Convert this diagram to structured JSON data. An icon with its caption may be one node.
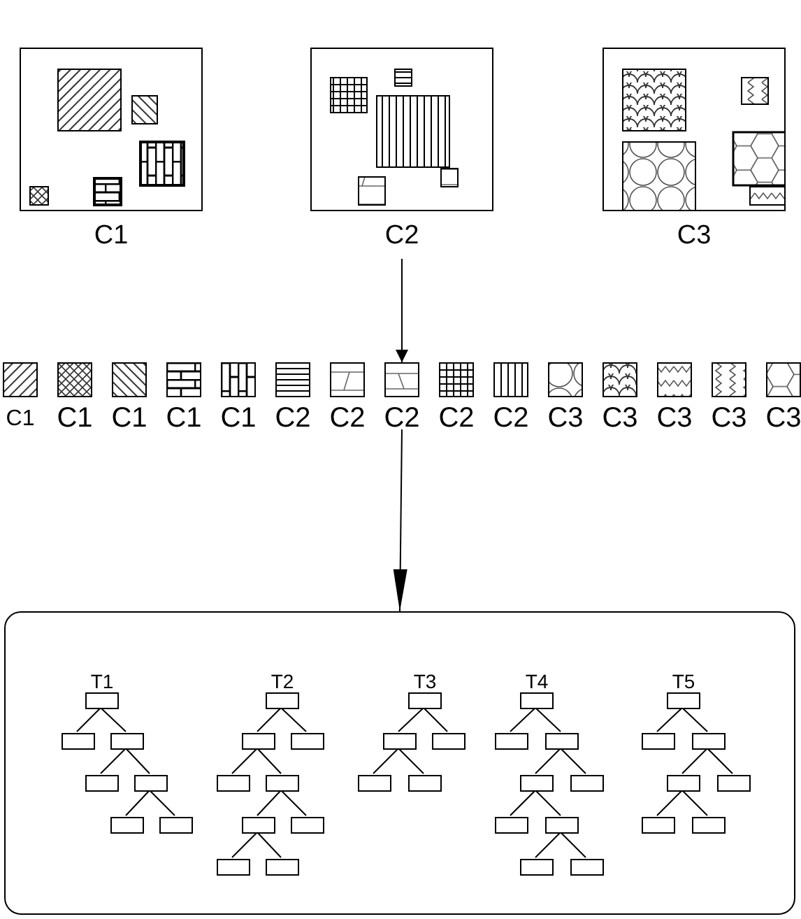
{
  "diagram": {
    "nodes": [
      {
        "text": [
          "C1"
        ]
      },
      {
        "text": [
          "C2"
        ]
      },
      {
        "text": [
          "C3"
        ]
      },
      {
        "text": [
          "C1"
        ]
      },
      {
        "text": [
          "C1"
        ]
      },
      {
        "text": [
          "C1"
        ]
      },
      {
        "text": [
          "C1"
        ]
      },
      {
        "text": [
          "C1"
        ]
      },
      {
        "text": [
          "C2"
        ]
      },
      {
        "text": [
          "C2"
        ]
      },
      {
        "text": [
          "C2"
        ]
      },
      {
        "text": [
          "C2"
        ]
      },
      {
        "text": [
          "C2"
        ]
      },
      {
        "text": [
          "C3"
        ]
      },
      {
        "text": [
          "C3"
        ]
      },
      {
        "text": [
          "C3"
        ]
      },
      {
        "text": [
          "C3"
        ]
      },
      {
        "text": [
          "C3"
        ]
      },
      {
        "text": [],
        "shape": "box"
      },
      {
        "text": [
          "T1"
        ],
        "in": 18
      },
      {
        "text": [],
        "shape": "box",
        "in": 18
      },
      {
        "text": [],
        "shape": "box",
        "in": 18
      },
      {
        "text": [],
        "shape": "box",
        "in": 18
      },
      {
        "text": [],
        "shape": "box",
        "in": 18
      },
      {
        "text": [],
        "shape": "box",
        "in": 18
      },
      {
        "text": [],
        "shape": "box",
        "in": 18
      },
      {
        "text": [
          "T2"
        ],
        "in": 18
      },
      {
        "text": [],
        "shape": "box",
        "in": 18
      },
      {
        "text": [],
        "shape": "box",
        "in": 18
      },
      {
        "text": [],
        "shape": "box",
        "in": 18
      },
      {
        "text": [],
        "shape": "box",
        "in": 18
      },
      {
        "text": [],
        "shape": "box",
        "in": 18
      },
      {
        "text": [],
        "shape": "box",
        "in": 18
      },
      {
        "text": [],
        "shape": "box",
        "in": 18
      },
      {
        "text": [],
        "shape": "box",
        "in": 18
      },
      {
        "text": [
          "T3"
        ],
        "in": 18
      },
      {
        "text": [],
        "shape": "box",
        "in": 18
      },
      {
        "text": [],
        "shape": "box",
        "in": 18
      },
      {
        "text": [],
        "shape": "box",
        "in": 18
      },
      {
        "text": [],
        "shape": "box",
        "in": 18
      },
      {
        "text": [
          "T4"
        ],
        "in": 18
      },
      {
        "text": [],
        "shape": "box",
        "in": 18
      },
      {
        "text": [],
        "shape": "box",
        "in": 18
      },
      {
        "text": [],
        "shape": "box",
        "in": 18
      },
      {
        "text": [],
        "shape": "box",
        "in": 18
      },
      {
        "text": [],
        "shape": "box",
        "in": 18
      },
      {
        "text": [],
        "shape": "box",
        "in": 18
      },
      {
        "text": [],
        "shape": "box",
        "in": 18
      },
      {
        "text": [],
        "shape": "box",
        "in": 18
      },
      {
        "text": [
          "T5"
        ],
        "in": 18
      },
      {
        "text": [],
        "shape": "box",
        "in": 18
      },
      {
        "text": [],
        "shape": "box",
        "in": 18
      },
      {
        "text": [],
        "shape": "box",
        "in": 18
      },
      {
        "text": [],
        "shape": "box",
        "in": 18
      },
      {
        "text": [],
        "shape": "box",
        "in": 18
      },
      {
        "text": [],
        "shape": "box",
        "in": 18
      }
    ],
    "edges": [
      {
        "from": 1,
        "to": 10,
        "arrow": "to"
      },
      {
        "from": 10,
        "to": 18,
        "arrow": "to"
      },
      {
        "from": 19,
        "to": 20,
        "arrow": "none"
      },
      {
        "from": 19,
        "to": 21,
        "arrow": "none"
      },
      {
        "from": 21,
        "to": 22,
        "arrow": "none"
      },
      {
        "from": 21,
        "to": 23,
        "arrow": "none"
      },
      {
        "from": 23,
        "to": 24,
        "arrow": "none"
      },
      {
        "from": 23,
        "to": 25,
        "arrow": "none"
      },
      {
        "from": 26,
        "to": 27,
        "arrow": "none"
      },
      {
        "from": 26,
        "to": 28,
        "arrow": "none"
      },
      {
        "from": 27,
        "to": 29,
        "arrow": "none"
      },
      {
        "from": 27,
        "to": 30,
        "arrow": "none"
      },
      {
        "from": 30,
        "to": 31,
        "arrow": "none"
      },
      {
        "from": 30,
        "to": 32,
        "arrow": "none"
      },
      {
        "from": 31,
        "to": 33,
        "arrow": "none"
      },
      {
        "from": 31,
        "to": 34,
        "arrow": "none"
      },
      {
        "from": 35,
        "to": 36,
        "arrow": "none"
      },
      {
        "from": 35,
        "to": 37,
        "arrow": "none"
      },
      {
        "from": 36,
        "to": 38,
        "arrow": "none"
      },
      {
        "from": 36,
        "to": 39,
        "arrow": "none"
      },
      {
        "from": 40,
        "to": 41,
        "arrow": "none"
      },
      {
        "from": 40,
        "to": 42,
        "arrow": "none"
      },
      {
        "from": 42,
        "to": 43,
        "arrow": "none"
      },
      {
        "from": 42,
        "to": 44,
        "arrow": "none"
      },
      {
        "from": 43,
        "to": 45,
        "arrow": "none"
      },
      {
        "from": 43,
        "to": 46,
        "arrow": "none"
      },
      {
        "from": 46,
        "to": 47,
        "arrow": "none"
      },
      {
        "from": 46,
        "to": 48,
        "arrow": "none"
      },
      {
        "from": 49,
        "to": 50,
        "arrow": "none"
      },
      {
        "from": 49,
        "to": 51,
        "arrow": "none"
      },
      {
        "from": 51,
        "to": 52,
        "arrow": "none"
      },
      {
        "from": 51,
        "to": 53,
        "arrow": "none"
      },
      {
        "from": 52,
        "to": 54,
        "arrow": "none"
      },
      {
        "from": 52,
        "to": 55,
        "arrow": "none"
      }
    ]
  }
}
